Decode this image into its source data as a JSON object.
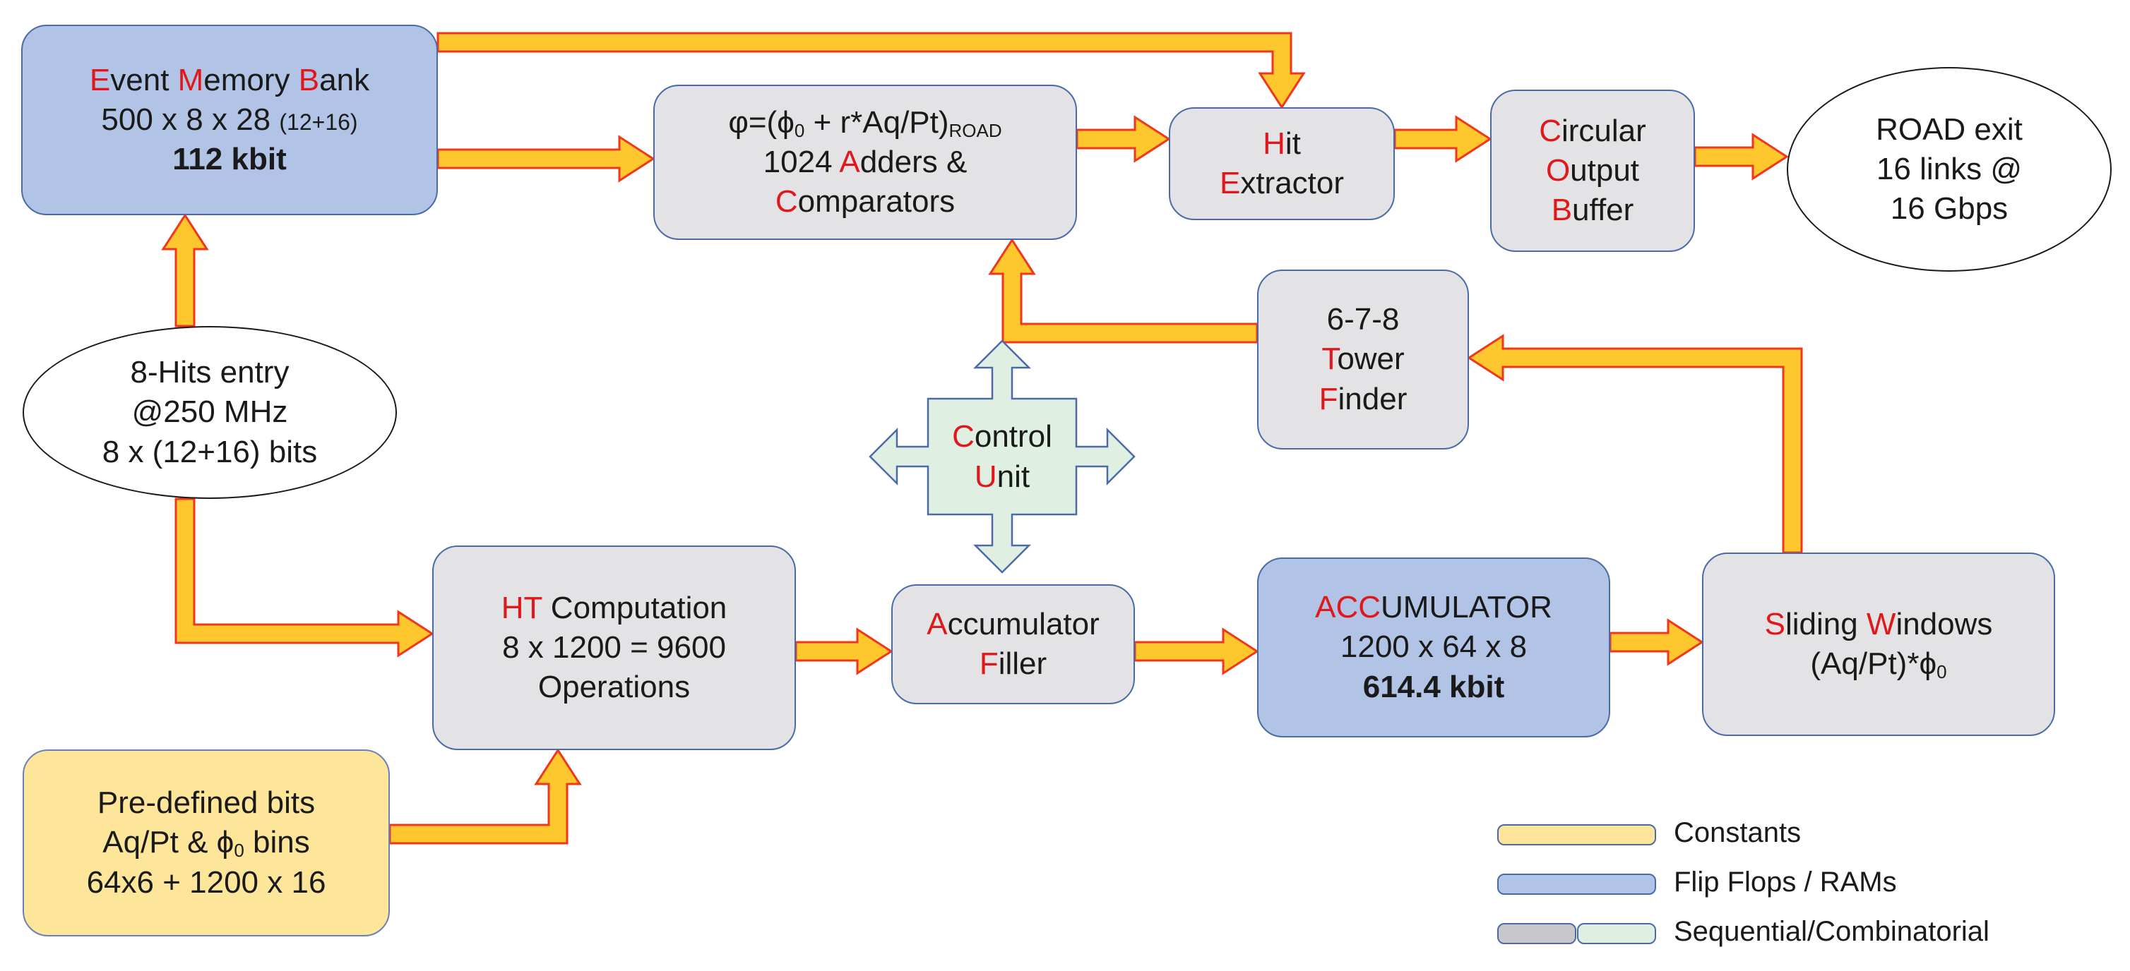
{
  "colors": {
    "arrow_fill": "#fec72e",
    "arrow_stroke": "#f2361c",
    "sequential": "#e3e3e5",
    "memory": "#b2c4e6",
    "constants": "#fde59a",
    "combinatorial": "#dff0e3",
    "highlight_letter": "#e0181c"
  },
  "nodes": {
    "event_memory": {
      "l1": "vent ",
      "l2": "emory ",
      "l3": "ank",
      "line2": "500 x 8 x 28",
      "line2_small": "(12+16)",
      "line3": "112 kbit"
    },
    "phi_adders": {
      "phi_eq": "φ=(",
      "phi": "ϕ",
      "phi_sub": "0",
      "plus": " + r*Aq/Pt)",
      "road_sub": "ROAD",
      "line2_a": "1024 ",
      "adders": "dders &",
      "comparators": "omparators"
    },
    "hit_extractor": {
      "hit": "it",
      "extractor": "xtractor"
    },
    "circular_buffer": {
      "circular": "ircular",
      "output": "utput",
      "buffer": "uffer"
    },
    "road_exit": {
      "line1": "ROAD exit",
      "line2": "16 links @",
      "line3": "16 Gbps"
    },
    "tower_finder": {
      "line1": "6-7-8",
      "tower": "ower",
      "finder": "inder"
    },
    "hits_entry": {
      "line1": "8-Hits entry",
      "line2": "@250 MHz",
      "line3": "8 x (12+16) bits"
    },
    "control_unit": {
      "control": "ontrol",
      "unit": "nit"
    },
    "ht_computation": {
      "ht": "HT",
      "ht_rest": " Computation",
      "line2": "8 x 1200 = 9600",
      "line3": "Operations"
    },
    "accumulator_filler": {
      "accumulator": "ccumulator",
      "filler": "iller"
    },
    "accumulator": {
      "acc": "ACC",
      "acc_rest": "UMULATOR",
      "line2": "1200 x 64 x 8",
      "line3": "614.4 kbit"
    },
    "sliding_windows": {
      "sliding": "liding ",
      "windows": "indows",
      "line2_a": "(Aq/Pt)*",
      "phi": "ϕ",
      "phi_sub": "0"
    },
    "predefined": {
      "line1": "Pre-defined bits",
      "line2_a": "Aq/Pt & ",
      "phi": "ϕ",
      "phi_sub": "0",
      "line2_b": " bins",
      "line3": "64x6 + 1200 x 16"
    }
  },
  "letters": {
    "E": "E",
    "M": "M",
    "B": "B",
    "A": "A",
    "C": "C",
    "H": "H",
    "O": "O",
    "T": "T",
    "F": "F",
    "U": "U",
    "S": "S",
    "W": "W"
  },
  "legend": {
    "items": [
      {
        "label": "Constants"
      },
      {
        "label": "Flip Flops / RAMs"
      },
      {
        "label": "Sequential/Combinatorial"
      }
    ]
  }
}
